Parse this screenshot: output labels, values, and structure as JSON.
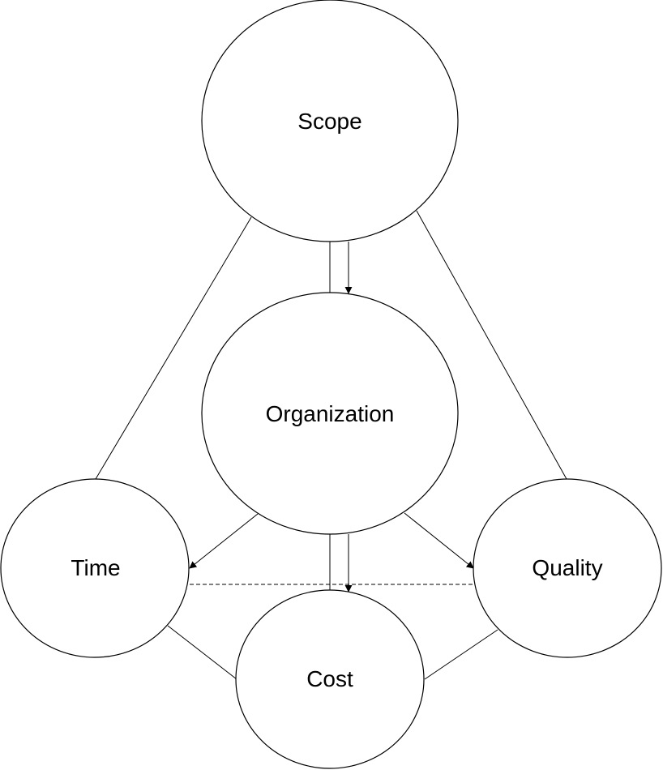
{
  "diagram": {
    "nodes": {
      "scope": {
        "label": "Scope"
      },
      "organization": {
        "label": "Organization"
      },
      "time": {
        "label": "Time"
      },
      "quality": {
        "label": "Quality"
      },
      "cost": {
        "label": "Cost"
      }
    },
    "colors": {
      "stroke": "#000000",
      "fill": "#ffffff"
    }
  }
}
